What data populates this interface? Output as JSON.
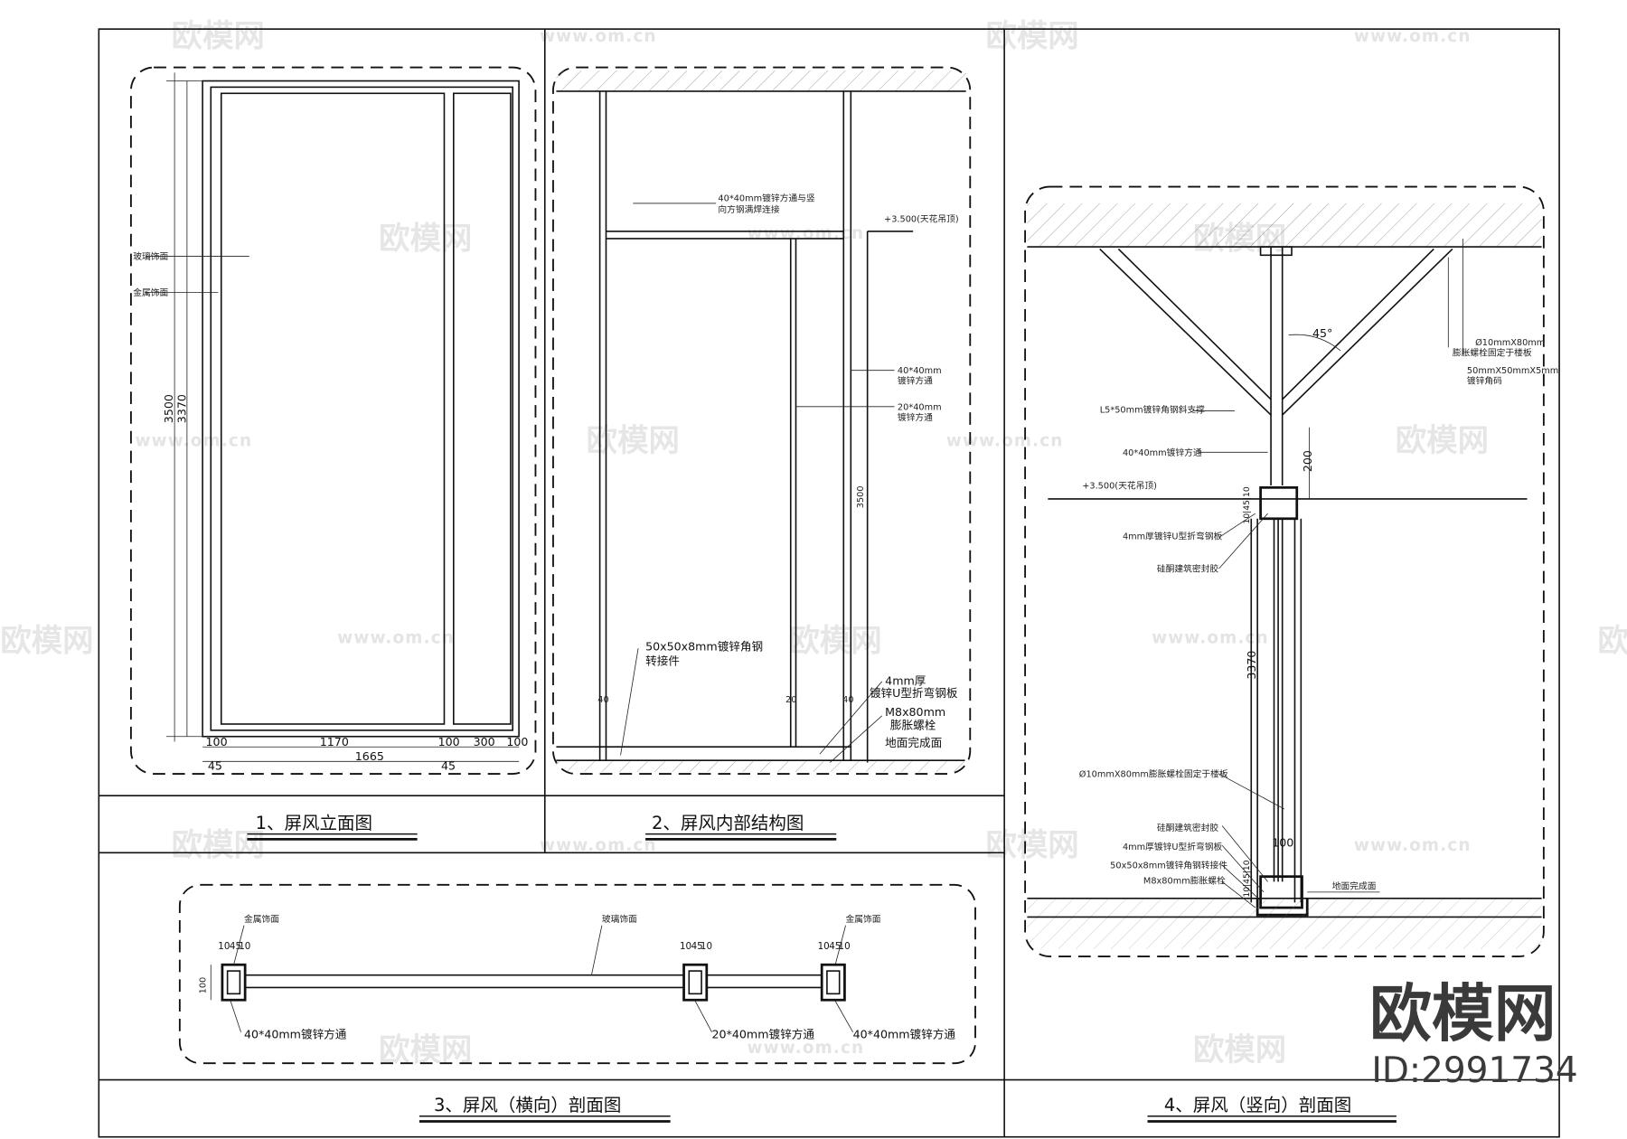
{
  "watermark": {
    "brand": "欧模网",
    "url": "www.om.cn",
    "id": "ID:2991734"
  },
  "panel1": {
    "title": "1、屏风立面图",
    "labels": {
      "glass": "玻璃饰面",
      "metal": "金属饰面"
    },
    "dims": {
      "h_total": "3500",
      "h_inner": "3370",
      "w_total": "1665",
      "w_main": "1170",
      "w_side": "300",
      "edge": "100",
      "gap": "45"
    }
  },
  "panel2": {
    "title": "2、屏风内部结构图",
    "labels": {
      "weld": "40*40mm镀锌方通与竖",
      "weld2": "向方钢满焊连接",
      "ceiling": "+3.500(天花吊顶)",
      "tube40_1": "40*40mm",
      "tube40_2": "镀锌方通",
      "tube20_1": "20*40mm",
      "tube20_2": "镀锌方通",
      "height": "3500",
      "angle1": "50x50x8mm镀锌角钢",
      "angle2": "转接件",
      "plate1": "4mm厚",
      "plate2": "镀锌U型折弯钢板",
      "bolt1": "M8x80mm",
      "bolt2": "膨胀螺栓",
      "floor": "地面完成面",
      "d20": "20",
      "d40a": "40",
      "d40b": "40"
    }
  },
  "panel3": {
    "title": "3、屏风（横向）剖面图",
    "labels": {
      "metal_l": "金属饰面",
      "glass": "玻璃饰面",
      "metal_r": "金属饰面",
      "tube_l": "40*40mm镀锌方通",
      "tube_m": "20*40mm镀锌方通",
      "tube_r": "40*40mm镀锌方通",
      "dim_a": "10",
      "dim_b": "45",
      "dim_c": "10",
      "height": "100"
    }
  },
  "panel4": {
    "title": "4、屏风（竖向）剖面图",
    "labels": {
      "bolt_top1": "Ø10mmX80mm",
      "bolt_top2": "膨胀螺栓固定于楼板",
      "angle_top1": "50mmX50mmX5mm",
      "angle_top2": "镀锌角码",
      "brace": "L5*50mm镀锌角钢斜支撑",
      "tube": "40*40mm镀锌方通",
      "ceiling": "+3.500(天花吊顶)",
      "plate": "4mm厚镀锌U型折弯钢板",
      "sealant": "硅酮建筑密封胶",
      "bolt_mid": "Ø10mmX80mm膨胀螺栓固定于楼板",
      "sealant2": "硅酮建筑密封胶",
      "plate2": "4mm厚镀锌U型折弯钢板",
      "angle2": "50x50x8mm镀锌角钢转接件",
      "bolt_floor": "M8x80mm膨胀螺栓",
      "floor": "地面完成面",
      "angle": "45°",
      "d200": "200",
      "d3370": "3370",
      "d100": "100",
      "d104510": "10|45|10"
    }
  }
}
